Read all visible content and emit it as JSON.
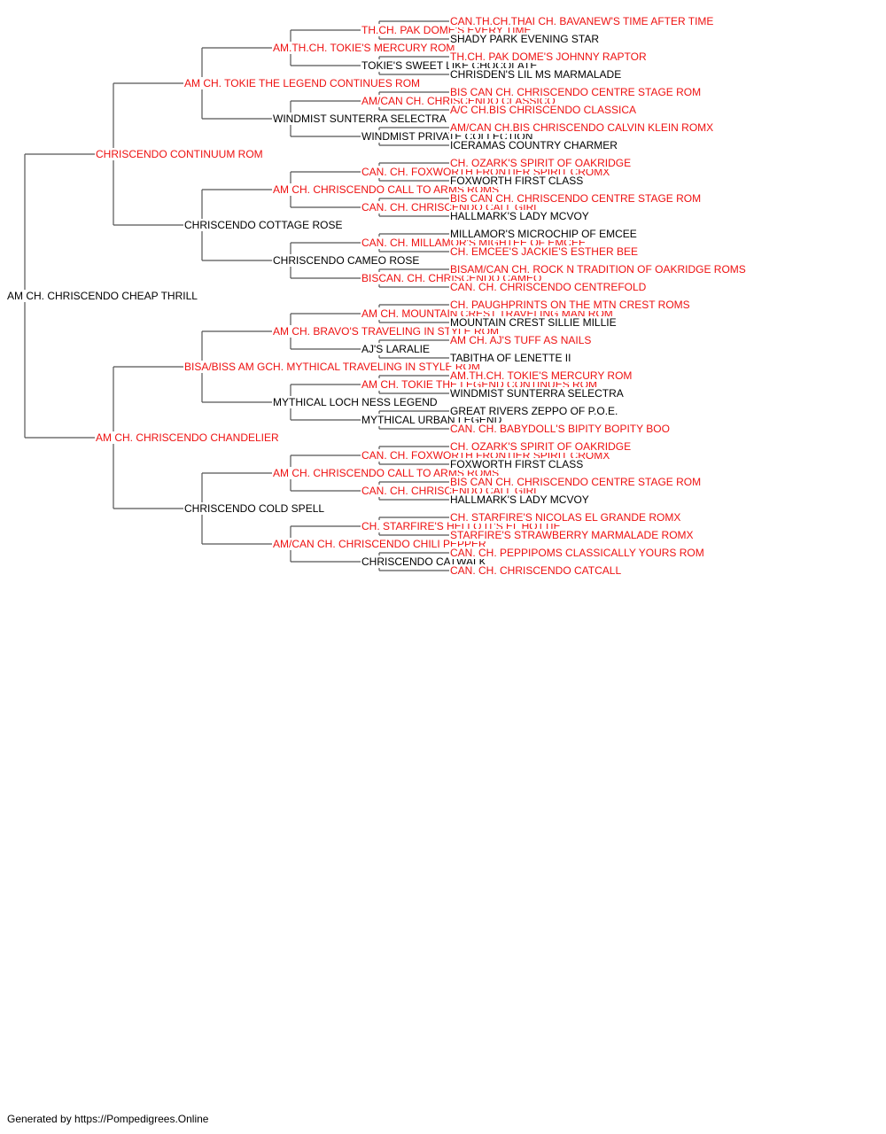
{
  "colors": {
    "titled": "#ee1111",
    "untitled": "#000000",
    "line": "#555555"
  },
  "dogs": [
    {
      "gen": 0,
      "pos": 0,
      "name": "AM CH. CHRISCENDO CHEAP THRILL",
      "titled": false
    },
    {
      "gen": 1,
      "pos": 0,
      "name": "CHRISCENDO CONTINUUM ROM",
      "titled": true
    },
    {
      "gen": 1,
      "pos": 1,
      "name": "AM CH. CHRISCENDO CHANDELIER",
      "titled": true
    },
    {
      "gen": 2,
      "pos": 0,
      "name": "AM CH. TOKIE THE LEGEND CONTINUES ROM",
      "titled": true
    },
    {
      "gen": 2,
      "pos": 1,
      "name": "CHRISCENDO COTTAGE ROSE",
      "titled": false
    },
    {
      "gen": 2,
      "pos": 2,
      "name": "BISA/BISS AM GCH. MYTHICAL TRAVELING IN STYLE ROM",
      "titled": true
    },
    {
      "gen": 2,
      "pos": 3,
      "name": "CHRISCENDO COLD SPELL",
      "titled": false
    },
    {
      "gen": 3,
      "pos": 0,
      "name": "AM.TH.CH. TOKIE'S MERCURY ROM",
      "titled": true
    },
    {
      "gen": 3,
      "pos": 1,
      "name": "WINDMIST SUNTERRA SELECTRA",
      "titled": false
    },
    {
      "gen": 3,
      "pos": 2,
      "name": "AM CH. CHRISCENDO CALL TO ARMS ROMS",
      "titled": true
    },
    {
      "gen": 3,
      "pos": 3,
      "name": "CHRISCENDO CAMEO ROSE",
      "titled": false
    },
    {
      "gen": 3,
      "pos": 4,
      "name": "AM CH. BRAVO'S TRAVELING IN STYLE ROM",
      "titled": true
    },
    {
      "gen": 3,
      "pos": 5,
      "name": "MYTHICAL LOCH NESS LEGEND",
      "titled": false
    },
    {
      "gen": 3,
      "pos": 6,
      "name": "AM CH. CHRISCENDO CALL TO ARMS ROMS",
      "titled": true
    },
    {
      "gen": 3,
      "pos": 7,
      "name": "AM/CAN CH. CHRISCENDO CHILI PEPPER",
      "titled": true
    },
    {
      "gen": 4,
      "pos": 0,
      "name": "TH.CH. PAK DOME'S EVERY TIME",
      "titled": true
    },
    {
      "gen": 4,
      "pos": 1,
      "name": "TOKIE'S SWEET LIKE CHOCOLATE",
      "titled": false
    },
    {
      "gen": 4,
      "pos": 2,
      "name": "AM/CAN CH. CHRISCENDO CLASSICO",
      "titled": true
    },
    {
      "gen": 4,
      "pos": 3,
      "name": "WINDMIST PRIVATE COLLECTION",
      "titled": false
    },
    {
      "gen": 4,
      "pos": 4,
      "name": "CAN. CH. FOXWORTH FRONTIER SPIRIT CROMX",
      "titled": true
    },
    {
      "gen": 4,
      "pos": 5,
      "name": "CAN. CH. CHRISCENDO CALL GIRL",
      "titled": true
    },
    {
      "gen": 4,
      "pos": 6,
      "name": "CAN. CH. MILLAMOR'S MIGHTEE OF EMCEE",
      "titled": true
    },
    {
      "gen": 4,
      "pos": 7,
      "name": "BISCAN. CH. CHRISCENDO CAMEO",
      "titled": true
    },
    {
      "gen": 4,
      "pos": 8,
      "name": "AM CH. MOUNTAIN CREST TRAVELING MAN ROM",
      "titled": true
    },
    {
      "gen": 4,
      "pos": 9,
      "name": "AJ'S LARALIE",
      "titled": false
    },
    {
      "gen": 4,
      "pos": 10,
      "name": "AM CH. TOKIE THE LEGEND CONTINUES ROM",
      "titled": true
    },
    {
      "gen": 4,
      "pos": 11,
      "name": "MYTHICAL URBAN LEGEND",
      "titled": false
    },
    {
      "gen": 4,
      "pos": 12,
      "name": "CAN. CH. FOXWORTH FRONTIER SPIRIT CROMX",
      "titled": true
    },
    {
      "gen": 4,
      "pos": 13,
      "name": "CAN. CH. CHRISCENDO CALL GIRL",
      "titled": true
    },
    {
      "gen": 4,
      "pos": 14,
      "name": "CH. STARFIRE'S HELLO IT'S EL HOTTIE",
      "titled": true
    },
    {
      "gen": 4,
      "pos": 15,
      "name": "CHRISCENDO CATWALK",
      "titled": false
    },
    {
      "gen": 5,
      "pos": 0,
      "name": "CAN.TH.CH.THAI CH. BAVANEW'S TIME AFTER TIME",
      "titled": true
    },
    {
      "gen": 5,
      "pos": 1,
      "name": "SHADY PARK EVENING STAR",
      "titled": false
    },
    {
      "gen": 5,
      "pos": 2,
      "name": "TH.CH. PAK DOME'S JOHNNY RAPTOR",
      "titled": true
    },
    {
      "gen": 5,
      "pos": 3,
      "name": "CHRISDEN'S LIL MS MARMALADE",
      "titled": false
    },
    {
      "gen": 5,
      "pos": 4,
      "name": "BIS CAN CH. CHRISCENDO CENTRE STAGE ROM",
      "titled": true
    },
    {
      "gen": 5,
      "pos": 5,
      "name": "A/C CH.BIS CHRISCENDO CLASSICA",
      "titled": true
    },
    {
      "gen": 5,
      "pos": 6,
      "name": "AM/CAN CH.BIS CHRISCENDO CALVIN KLEIN ROMX",
      "titled": true
    },
    {
      "gen": 5,
      "pos": 7,
      "name": "ICERAMAS COUNTRY CHARMER",
      "titled": false
    },
    {
      "gen": 5,
      "pos": 8,
      "name": "CH. OZARK'S SPIRIT OF OAKRIDGE",
      "titled": true
    },
    {
      "gen": 5,
      "pos": 9,
      "name": "FOXWORTH FIRST CLASS",
      "titled": false
    },
    {
      "gen": 5,
      "pos": 10,
      "name": "BIS CAN CH. CHRISCENDO CENTRE STAGE ROM",
      "titled": true
    },
    {
      "gen": 5,
      "pos": 11,
      "name": "HALLMARK'S LADY MCVOY",
      "titled": false
    },
    {
      "gen": 5,
      "pos": 12,
      "name": "MILLAMOR'S MICROCHIP OF EMCEE",
      "titled": false
    },
    {
      "gen": 5,
      "pos": 13,
      "name": "CH. EMCEE'S JACKIE'S ESTHER BEE",
      "titled": true
    },
    {
      "gen": 5,
      "pos": 14,
      "name": "BISAM/CAN CH. ROCK N TRADITION OF OAKRIDGE ROMS",
      "titled": true
    },
    {
      "gen": 5,
      "pos": 15,
      "name": "CAN. CH. CHRISCENDO CENTREFOLD",
      "titled": true
    },
    {
      "gen": 5,
      "pos": 16,
      "name": "CH. PAUGHPRINTS ON THE MTN CREST ROMS",
      "titled": true
    },
    {
      "gen": 5,
      "pos": 17,
      "name": "MOUNTAIN CREST SILLIE MILLIE",
      "titled": false
    },
    {
      "gen": 5,
      "pos": 18,
      "name": "AM CH. AJ'S TUFF AS NAILS",
      "titled": true
    },
    {
      "gen": 5,
      "pos": 19,
      "name": "TABITHA OF LENETTE II",
      "titled": false
    },
    {
      "gen": 5,
      "pos": 20,
      "name": "AM.TH.CH. TOKIE'S MERCURY ROM",
      "titled": true
    },
    {
      "gen": 5,
      "pos": 21,
      "name": "WINDMIST SUNTERRA SELECTRA",
      "titled": false
    },
    {
      "gen": 5,
      "pos": 22,
      "name": "GREAT RIVERS ZEPPO OF P.O.E.",
      "titled": false
    },
    {
      "gen": 5,
      "pos": 23,
      "name": "CAN. CH. BABYDOLL'S BIPITY BOPITY BOO",
      "titled": true
    },
    {
      "gen": 5,
      "pos": 24,
      "name": "CH. OZARK'S SPIRIT OF OAKRIDGE",
      "titled": true
    },
    {
      "gen": 5,
      "pos": 25,
      "name": "FOXWORTH FIRST CLASS",
      "titled": false
    },
    {
      "gen": 5,
      "pos": 26,
      "name": "BIS CAN CH. CHRISCENDO CENTRE STAGE ROM",
      "titled": true
    },
    {
      "gen": 5,
      "pos": 27,
      "name": "HALLMARK'S LADY MCVOY",
      "titled": false
    },
    {
      "gen": 5,
      "pos": 28,
      "name": "CH. STARFIRE'S NICOLAS EL GRANDE ROMX",
      "titled": true
    },
    {
      "gen": 5,
      "pos": 29,
      "name": "STARFIRE'S STRAWBERRY MARMALADE ROMX",
      "titled": true
    },
    {
      "gen": 5,
      "pos": 30,
      "name": "CAN. CH. PEPPIPOMS CLASSICALLY YOURS ROM",
      "titled": true
    },
    {
      "gen": 5,
      "pos": 31,
      "name": "CAN. CH. CHRISCENDO CATCALL",
      "titled": true
    }
  ],
  "footer": "Generated by https://Pompedigrees.Online"
}
